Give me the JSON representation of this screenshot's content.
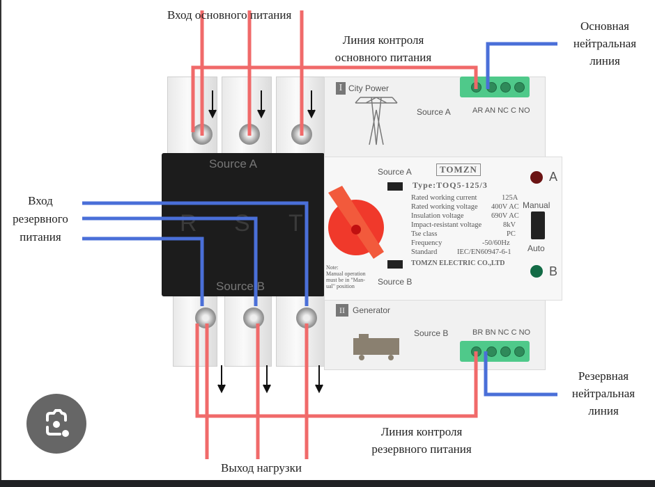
{
  "annotations": {
    "main_input": "Вход основного питания",
    "main_control_line": [
      "Линия контроля",
      "основного питания"
    ],
    "main_neutral": [
      "Основная",
      "нейтральная",
      "линия"
    ],
    "backup_input": [
      "Вход",
      "резервного",
      "питания"
    ],
    "backup_neutral": [
      "Резервная",
      "нейтральная",
      "линия"
    ],
    "backup_control_line": [
      "Линия контроля",
      "резервного питания"
    ],
    "load_output": "Выход нагрузки"
  },
  "device": {
    "source_a_label": "Source A",
    "source_b_label": "Source B",
    "phases": [
      "R",
      "S",
      "T"
    ],
    "city_power_numeral": "I",
    "city_power": "City Power",
    "generator_numeral": "II",
    "generator": "Generator",
    "top_terminal_labels": "AR AN NC C NO",
    "bottom_terminal_labels": "BR BN NC C NO",
    "brand": "TOMZN",
    "type": "Type:TOQ5-125/3",
    "specs": [
      {
        "name": "Rated working current",
        "value": "125A"
      },
      {
        "name": "Rated working voltage",
        "value": "400V AC"
      },
      {
        "name": "Insulation voltage",
        "value": "690V AC"
      },
      {
        "name": "Impact-resistant voltage",
        "value": "8kV"
      },
      {
        "name": "Tse class",
        "value": "PC"
      },
      {
        "name": "Frequency",
        "value": "-50/60Hz"
      },
      {
        "name": "Standard",
        "value": "IEC/EN60947-6-1"
      }
    ],
    "manufacturer": "TOMZN ELECTRIC CO.,LTD",
    "note": [
      "Note:",
      "Manual operation",
      "must be in \"Man-",
      "ual\" position"
    ],
    "manual": "Manual",
    "auto": "Auto",
    "indicator_a": "A",
    "indicator_b": "B"
  },
  "colors": {
    "phase_wire": "#f06a6a",
    "neutral_wire": "#4a6fd8",
    "handle": "#f0392b",
    "terminal": "#4fc98a",
    "indicator_a": "#6b1414",
    "indicator_b": "#136b46"
  },
  "viewer": {
    "lens_icon": "google-lens-icon"
  }
}
